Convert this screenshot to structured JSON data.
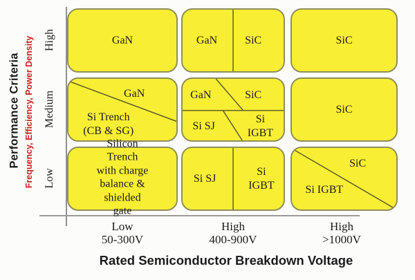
{
  "figure": {
    "y_axis": {
      "title": "Performance Criteria",
      "subtitle": "Frequency, Efficiency, Power Density",
      "ticks": {
        "high": "High",
        "medium": "Medium",
        "low": "Low"
      }
    },
    "x_axis": {
      "title": "Rated Semiconductor Breakdown Voltage",
      "ticks": {
        "col1": {
          "level": "Low",
          "range": "50-300V"
        },
        "col2": {
          "level": "High",
          "range": "400-900V"
        },
        "col3": {
          "level": "High",
          "range": ">1000V"
        }
      }
    },
    "cells": {
      "r1c1": {
        "gan": "GaN"
      },
      "r1c2": {
        "gan": "GaN",
        "sic": "SiC"
      },
      "r1c3": {
        "sic": "SiC"
      },
      "r2c1": {
        "gan": "GaN",
        "si_trench": "Si Trench\n(CB & SG)"
      },
      "r2c2": {
        "gan": "GaN",
        "sic": "SiC",
        "si_sj": "Si SJ",
        "si_igbt": "Si IGBT"
      },
      "r2c3": {
        "sic": "SiC"
      },
      "r3c1": {
        "silicon_trench": "Silicon Trench\nwith charge\nbalance &\nshielded gate"
      },
      "r3c2": {
        "si_sj": "Si SJ",
        "si_igbt": "Si IGBT"
      },
      "r3c3": {
        "sic": "SiC",
        "si_igbt": "Si IGBT"
      }
    },
    "colors": {
      "cell_fill": "#f8ee33",
      "cell_border": "#8f8f5a",
      "divider_line": "#55552a",
      "axis_line": "#8f8f8f",
      "text": "#1c1c1c",
      "subtitle_red": "#cf1d1d"
    }
  }
}
